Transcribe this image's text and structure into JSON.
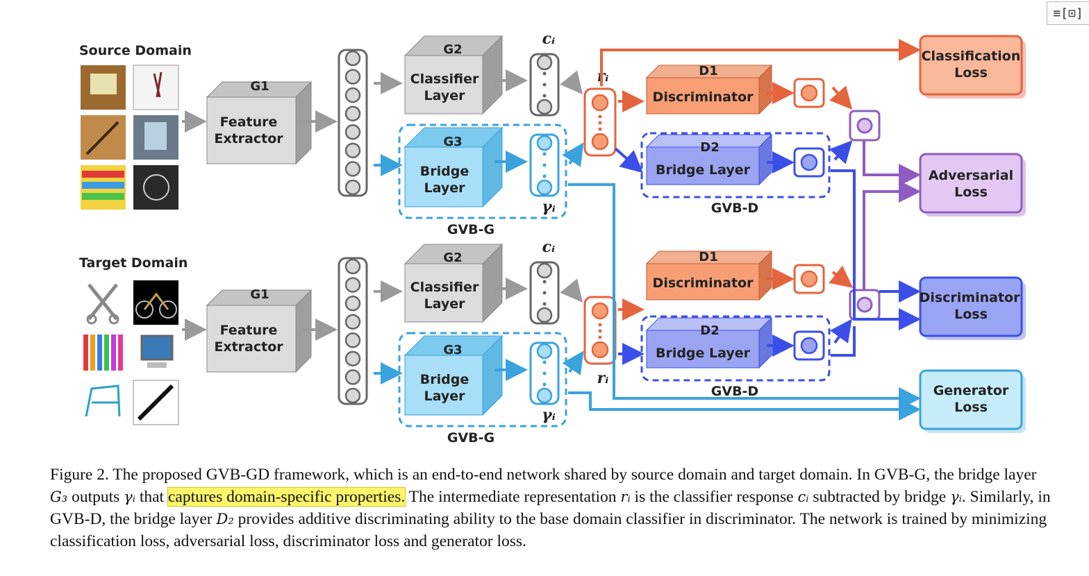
{
  "toolbar": {
    "expand_icon_glyph": "≡[⊡]"
  },
  "figure": {
    "source_domain": "Source Domain",
    "target_domain": "Target Domain",
    "g1": "G1",
    "feature": "Feature",
    "extractor": "Extractor",
    "g2": "G2",
    "classifier": "Classifier",
    "layer": "Layer",
    "g3": "G3",
    "bridge": "Bridge",
    "gvb_g": "GVB-G",
    "gvb_d": "GVB-D",
    "d1": "D1",
    "d2": "D2",
    "discriminator": "Discriminator",
    "bridge_layer": "Bridge Layer",
    "c_i": "cᵢ",
    "gamma_i": "γᵢ",
    "r_i": "rᵢ",
    "losses": {
      "classification": [
        "Classification",
        "Loss"
      ],
      "adversarial": [
        "Adversarial",
        "Loss"
      ],
      "discriminator": [
        "Discriminator",
        "Loss"
      ],
      "generator": [
        "Generator",
        "Loss"
      ]
    },
    "colors": {
      "gray": "#d4d4d4",
      "blue_bridge": "#a8def7",
      "orange": "#f79e74",
      "purple_blue": "#9aa4f2",
      "purple": "#dcc3ef",
      "cyan": "#c9ecf9",
      "arrow_orange": "#e4643e",
      "arrow_blue": "#3b4fe8",
      "arrow_lightblue": "#3aa2dc",
      "arrow_purple": "#8e5cc0"
    }
  },
  "caption": {
    "p1": "Figure 2. The proposed GVB-GD framework, which is an end-to-end network shared by source domain and target domain. In GVB-G, the bridge layer ",
    "g3": "G₃",
    "p2": " outputs ",
    "gamma": "γᵢ",
    "p3": " that ",
    "highlight": "captures domain-specific properties.",
    "p4": " The intermediate representation ",
    "r": "rᵢ",
    "p5": " is the classifier response ",
    "c": "cᵢ",
    "p6": " subtracted by bridge ",
    "gamma2": "γᵢ",
    "p7": ". Similarly, in GVB-D, the bridge layer ",
    "d2": "D₂",
    "p8": " provides additive discriminating ability to the base domain classifier in discriminator. The network is trained by minimizing classification loss, adversarial loss, discriminator loss and generator loss."
  }
}
